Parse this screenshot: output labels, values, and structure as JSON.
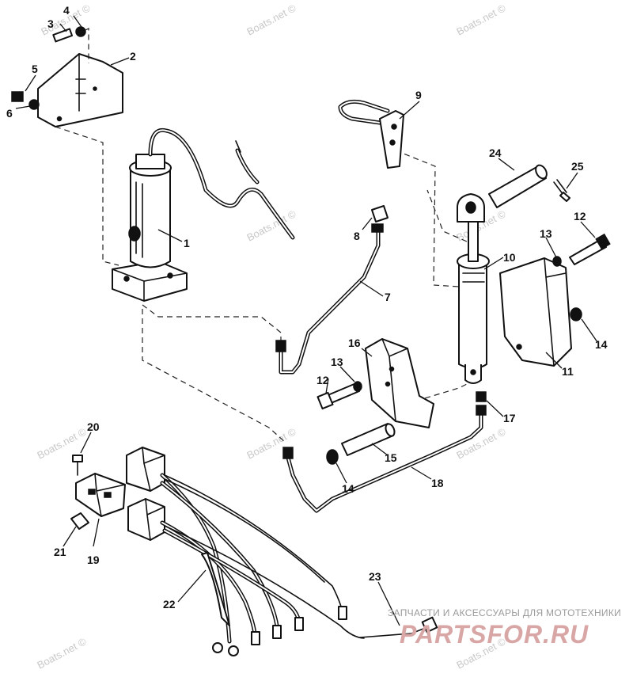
{
  "watermark": "Boats.net ©",
  "brand": {
    "tagline": "ЗАПЧАСТИ И АКСЕССУАРЫ ДЛЯ МОТОТЕХНИКИ",
    "logo": "PARTSFOR.RU"
  },
  "callouts": {
    "n1": "1",
    "n2": "2",
    "n3": "3",
    "n4": "4",
    "n5": "5",
    "n6": "6",
    "n7": "7",
    "n8": "8",
    "n9": "9",
    "n10": "10",
    "n11": "11",
    "n12a": "12",
    "n12b": "12",
    "n13a": "13",
    "n13b": "13",
    "n14a": "14",
    "n14b": "14",
    "n15": "15",
    "n16": "16",
    "n17": "17",
    "n18": "18",
    "n19": "19",
    "n20": "20",
    "n21": "21",
    "n22": "22",
    "n23": "23",
    "n24": "24",
    "n25": "25"
  }
}
